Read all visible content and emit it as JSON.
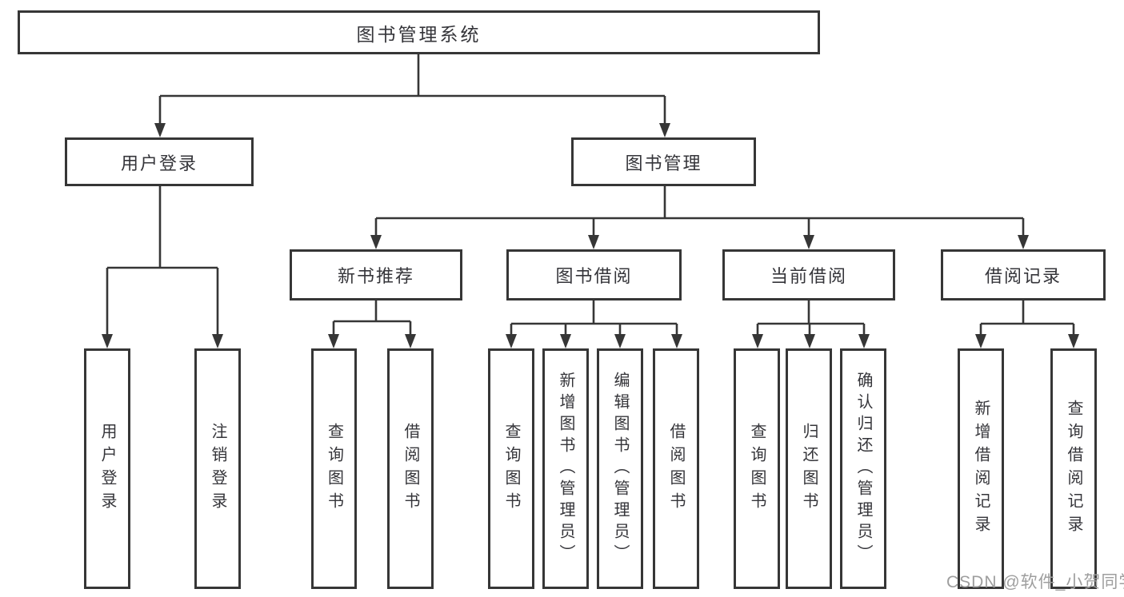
{
  "diagram": {
    "title": "图书管理系统",
    "colors": {
      "line": "#363636",
      "box_border": "#363636",
      "box_fill": "#ffffff",
      "text": "#35353a",
      "watermark": "#9e9e9e",
      "background": "#ffffff"
    },
    "nodes": {
      "root": "图书管理系统",
      "user_login": "用户登录",
      "book_management": "图书管理",
      "new_book_recommend": "新书推荐",
      "book_borrow": "图书借阅",
      "current_borrow": "当前借阅",
      "borrow_records": "借阅记录"
    },
    "leaves": {
      "login": "用户登录",
      "logout": "注销登录",
      "recommend_query_books": "查询图书",
      "recommend_borrow_books": "借阅图书",
      "borrow_query_books": "查询图书",
      "borrow_add_books": "新增图书（管理员）",
      "borrow_edit_books": "编辑图书（管理员）",
      "borrow_borrow_books": "借阅图书",
      "current_query_books": "查询图书",
      "current_return_books": "归还图书",
      "current_confirm_return": "确认归还（管理员）",
      "records_add_record": "新增借阅记录",
      "records_query_record": "查询借阅记录"
    },
    "watermark": "CSDN @软件_小贺同学"
  }
}
